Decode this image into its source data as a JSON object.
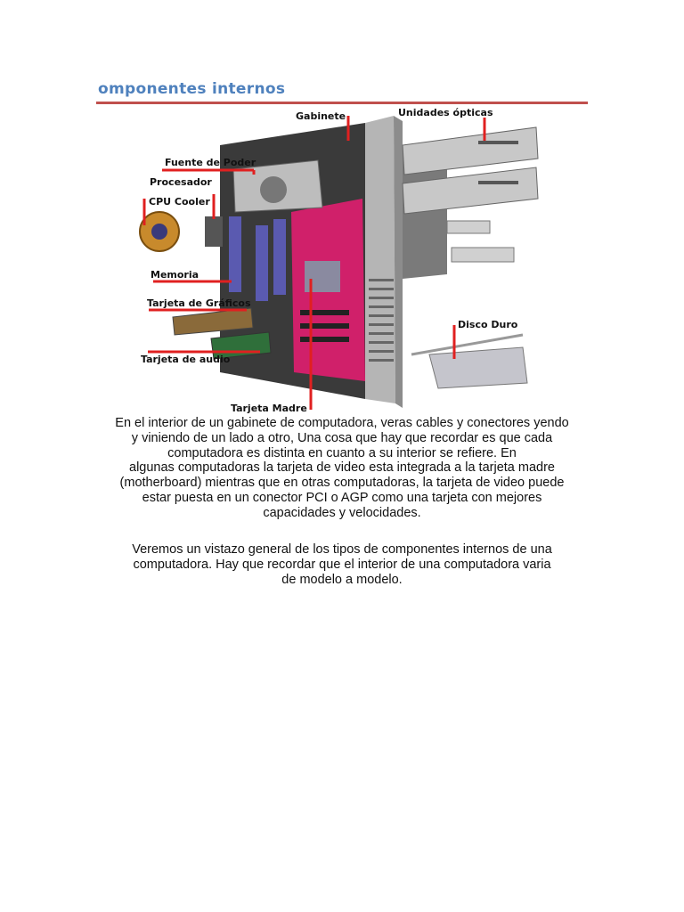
{
  "heading": "omponentes internos",
  "figure": {
    "labels": {
      "gabinete": "Gabinete",
      "unidades_opticas": "Unidades ópticas",
      "fuente_de_poder": "Fuente de Poder",
      "procesador": "Procesador",
      "cpu_cooler": "CPU Cooler",
      "memoria": "Memoria",
      "tarjeta_graficos": "Tarjeta de Gráficos",
      "disco_duro": "Disco Duro",
      "tarjeta_audio": "Tarjeta de audio",
      "tarjeta_madre": "Tarjeta Madre"
    },
    "colors": {
      "leader_lines": "#e02020",
      "motherboard": "#d0206a",
      "memory": "#5a5ab0",
      "case": "#9a9a9a"
    }
  },
  "paragraph1": [
    "En el interior de un gabinete de computadora, veras cables y conectores yendo",
    "y viniendo de un lado a otro, Una cosa que hay que recordar es que cada",
    "computadora es distinta en cuanto a su interior se refiere. En",
    "algunas computadoras la tarjeta de video esta integrada a la tarjeta madre",
    "(motherboard) mientras que en otras computadoras, la tarjeta de video puede",
    "estar puesta en un conector PCI o AGP como una tarjeta con mejores",
    "capacidades y velocidades."
  ],
  "paragraph2": [
    "Veremos un vistazo general de los tipos de componentes internos de una",
    "computadora. Hay que recordar que el interior de una computadora varia",
    "de modelo a modelo."
  ]
}
